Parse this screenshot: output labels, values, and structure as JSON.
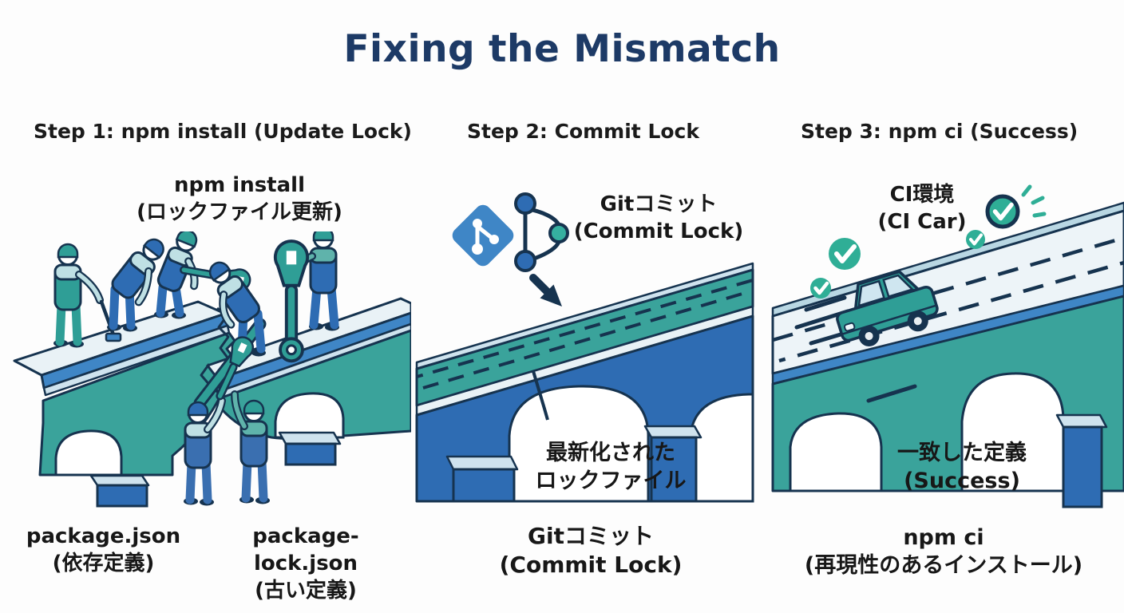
{
  "title": "Fixing the Mismatch",
  "colors": {
    "title_navy": "#1d3a66",
    "outline_navy": "#16334f",
    "bridge_teal": "#3aa39b",
    "bridge_blue": "#2e6cb3",
    "edge_blue": "#3f86c6",
    "pale_stripe": "#cfe3ee",
    "road_light": "#edf4f8",
    "check_green": "#2fae96",
    "text_dark": "#1b1b1b"
  },
  "steps": [
    {
      "header": "Step 1: npm install (Update Lock)",
      "top_label": {
        "line1": "npm install",
        "line2": "(ロックファイル更新)"
      },
      "bottom_labels": [
        {
          "line1": "package.json",
          "line2": "(依存定義)"
        },
        {
          "line1": "package-lock.json",
          "line2": "(古い定義)"
        }
      ]
    },
    {
      "header": "Step 2: Commit Lock",
      "top_label": {
        "line1": "Gitコミット",
        "line2": "(Commit Lock)"
      },
      "mid_label": {
        "line1": "最新化された",
        "line2": "ロックファイル"
      },
      "bottom_label": {
        "line1": "Gitコミット",
        "line2": "(Commit Lock)"
      }
    },
    {
      "header": "Step 3: npm ci (Success)",
      "top_label": {
        "line1": "CI環境",
        "line2": "(CI Car)"
      },
      "mid_label": {
        "line1": "一致した定義",
        "line2": "(Success)"
      },
      "bottom_label": {
        "line1": "npm ci",
        "line2": "(再現性のあるインストール)"
      }
    }
  ]
}
